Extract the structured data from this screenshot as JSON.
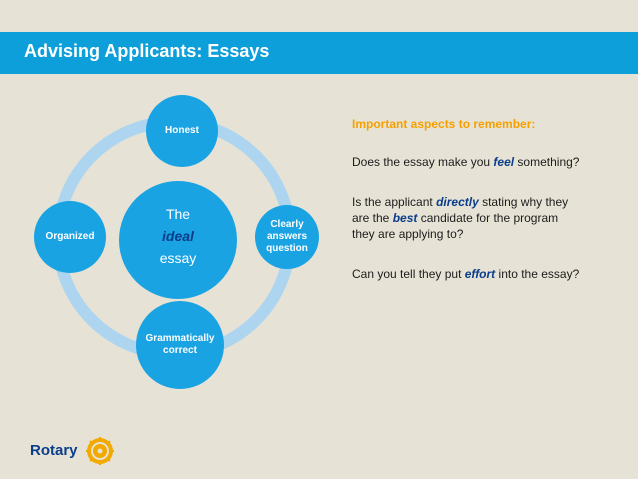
{
  "slide": {
    "title": "Advising Applicants: Essays"
  },
  "diagram": {
    "center": {
      "line1": "The",
      "line2": "ideal",
      "line3": "essay"
    },
    "nodes": {
      "top": "Honest",
      "right": [
        "Clearly",
        "answers",
        "question"
      ],
      "bottom": [
        "Grammatically",
        "correct"
      ],
      "left": "Organized"
    }
  },
  "aside": {
    "heading": "Important aspects to remember:",
    "q1": {
      "pre": "Does the essay make you ",
      "emph": "feel",
      "post": " something?"
    },
    "q2": {
      "pre": "Is the applicant ",
      "emph1": "directly",
      "mid1": " stating why they",
      "mid2": "are the ",
      "emph2": "best",
      "post": " candidate for the program",
      "line3": "they are applying to?"
    },
    "q3": {
      "pre": "Can you tell they put ",
      "emph": "effort",
      "post": " into the essay?"
    }
  },
  "logo": {
    "text": "Rotary"
  },
  "colors": {
    "title_bar": "#0c9fda",
    "node_fill": "#1aa3e3",
    "ring": "#aed5ef",
    "heading": "#f5a000",
    "emphasis": "#0a3d8a",
    "background": "#e6e3d6"
  }
}
